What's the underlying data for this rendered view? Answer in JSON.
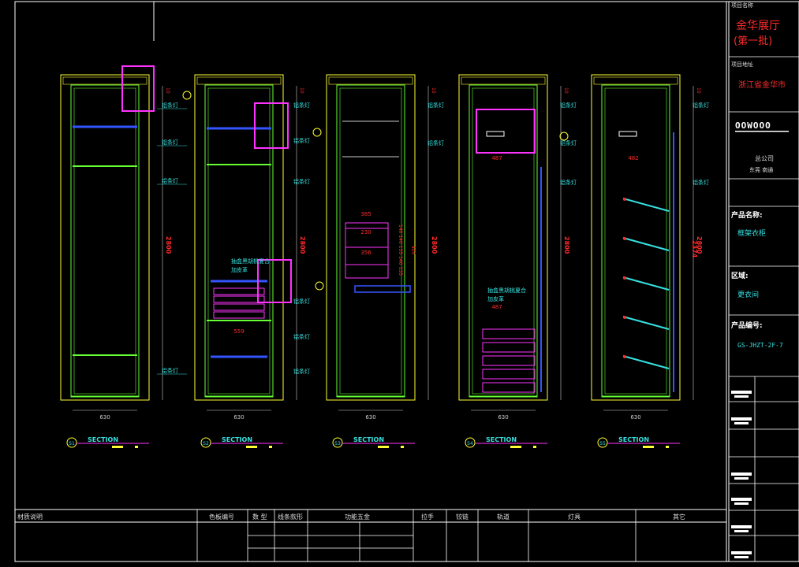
{
  "title_block": {
    "project_name_label": "项目名称",
    "project_name": "金华展厅",
    "project_batch": "(第一批)",
    "project_location_label": "项目地址",
    "project_location": "浙江省金华市",
    "logo_text": "OOWOOO",
    "company": "总公司",
    "company_sub": "东莞 南通",
    "product_name_label": "产品名称:",
    "product_name": "框架衣柜",
    "area_label": "区域:",
    "area_value": "更衣间",
    "product_code_label": "产品编号:",
    "product_code": "GS-JHZT-2F-7"
  },
  "bottom_table": {
    "headers": [
      "材质说明",
      "色板编号",
      "数 型",
      "线条款形",
      "功能五金",
      "拉手",
      "铰链",
      "轨道",
      "灯具",
      "其它"
    ]
  },
  "sections": [
    {
      "id": "S1",
      "label": "SECTION",
      "width": "630",
      "height": "2800"
    },
    {
      "id": "S2",
      "label": "SECTION",
      "width": "630",
      "height": "2800",
      "inner": "559"
    },
    {
      "id": "S3",
      "label": "SECTION",
      "width": "630",
      "height": "2800",
      "inner": "385"
    },
    {
      "id": "S4",
      "label": "SECTION",
      "width": "630",
      "height": "2800",
      "inner": "487"
    },
    {
      "id": "S5",
      "label": "SECTION",
      "width": "630",
      "height": "2800",
      "inner": "482",
      "inner_height": "2374"
    }
  ],
  "annotations": {
    "light_strip": "铝条灯",
    "drawer_note_line1": "抽盒黑胡桃夏合",
    "drawer_note_line2": "加皮革",
    "drawer_note2_line1": "抽盒黑胡桃夏合",
    "drawer_note2_line2": "加皮革",
    "dim_10": "10",
    "dim_230": "230",
    "dim_356": "356",
    "dim_487": "487",
    "dim_405": "405",
    "drawer_stack": "140 140 135 140 135"
  },
  "colors": {
    "background": "#000000",
    "cabinet_outline": "#66ff33",
    "wall": "#ffff33",
    "callout": "#ff33ff",
    "dimension": "#ff2a2a",
    "dim_line": "#cccccc",
    "shelf_blue": "#3355ff",
    "text_cyan": "#36e0e0"
  }
}
